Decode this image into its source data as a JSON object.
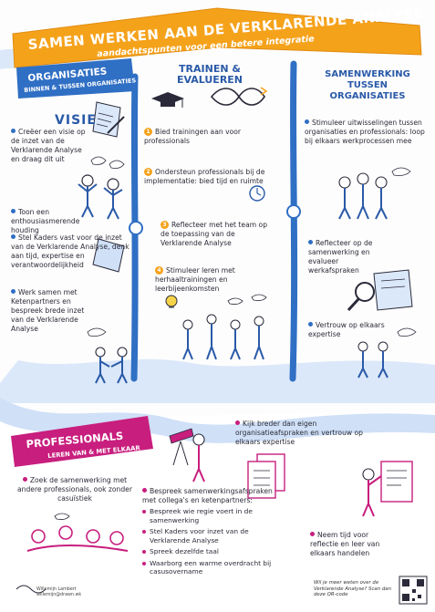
{
  "title": {
    "main": "SAMEN WERKEN AAN DE VERKLARENDE ANALYSE",
    "sub": "aandachtspunten voor een betere integratie"
  },
  "organisaties_banner": {
    "label": "ORGANISATIES",
    "sub": "BINNEN & TUSSEN ORGANISATIES"
  },
  "columns": {
    "visie": {
      "heading": "VISIE",
      "items": [
        "Creëer een visie op de inzet van de Verklarende Analyse en draag dit uit",
        "Toon een enthousiasmerende houding",
        "Stel Kaders vast voor de inzet van de Verklarende Analyse, denk aan tijd, expertise en verantwoordelijkheid",
        "Werk samen met Ketenpartners en bespreek brede inzet van de Verklarende Analyse"
      ]
    },
    "trainen": {
      "heading": "TRAINEN & EVALUEREN",
      "items": [
        {
          "n": "1",
          "text": "Bied trainingen aan voor professionals"
        },
        {
          "n": "2",
          "text": "Ondersteun professionals bij de implementatie: bied tijd en ruimte"
        },
        {
          "n": "3",
          "text": "Reflecteer met het team op de toepassing van de Verklarende Analyse"
        },
        {
          "n": "4",
          "text": "Stimuleer leren met herhaaltrainingen en leerbijeenkomsten"
        }
      ]
    },
    "samenwerking": {
      "heading": "SAMENWERKING TUSSEN ORGANISATIES",
      "items": [
        "Stimuleer uitwisselingen tussen organisaties en professionals: loop bij elkaars werkprocessen mee",
        "Reflecteer op de samenwerking en evalueer werkafspraken",
        "Vertrouw op elkaars expertise"
      ]
    }
  },
  "professionals": {
    "banner_label": "PROFESSIONALS",
    "banner_sub": "LEREN VAN & MET ELKAAR",
    "kijk": "Kijk breder dan eigen organisatieafspraken en vertrouw op elkaars expertise",
    "zoek": "Zoek de samenwerking met andere professionals, ook zonder casuïstiek",
    "bespreek": {
      "intro": "Bespreek samenwerkingsafspraken met collega's en ketenpartners:",
      "items": [
        "Bespreek wie regie voert in de samenwerking",
        "Stel Kaders voor inzet van de Verklarende Analyse",
        "Spreek dezelfde taal",
        "Waarborg een warme overdracht bij casusovername"
      ]
    },
    "neem": "Neem tijd voor reflectie en leer van elkaars handelen"
  },
  "footer": {
    "credit_name": "Willemijn Lambert",
    "credit_site": "willemijn@drawn.wk",
    "qr_text": "Wil je meer weten over de Verklarende Analyse? Scan dan deze QR-code"
  },
  "colors": {
    "orange": "#f5a21b",
    "blue": "#2f6fc4",
    "light_blue": "#cfe0f7",
    "pink": "#c81e7e",
    "text": "#2b2b38"
  }
}
